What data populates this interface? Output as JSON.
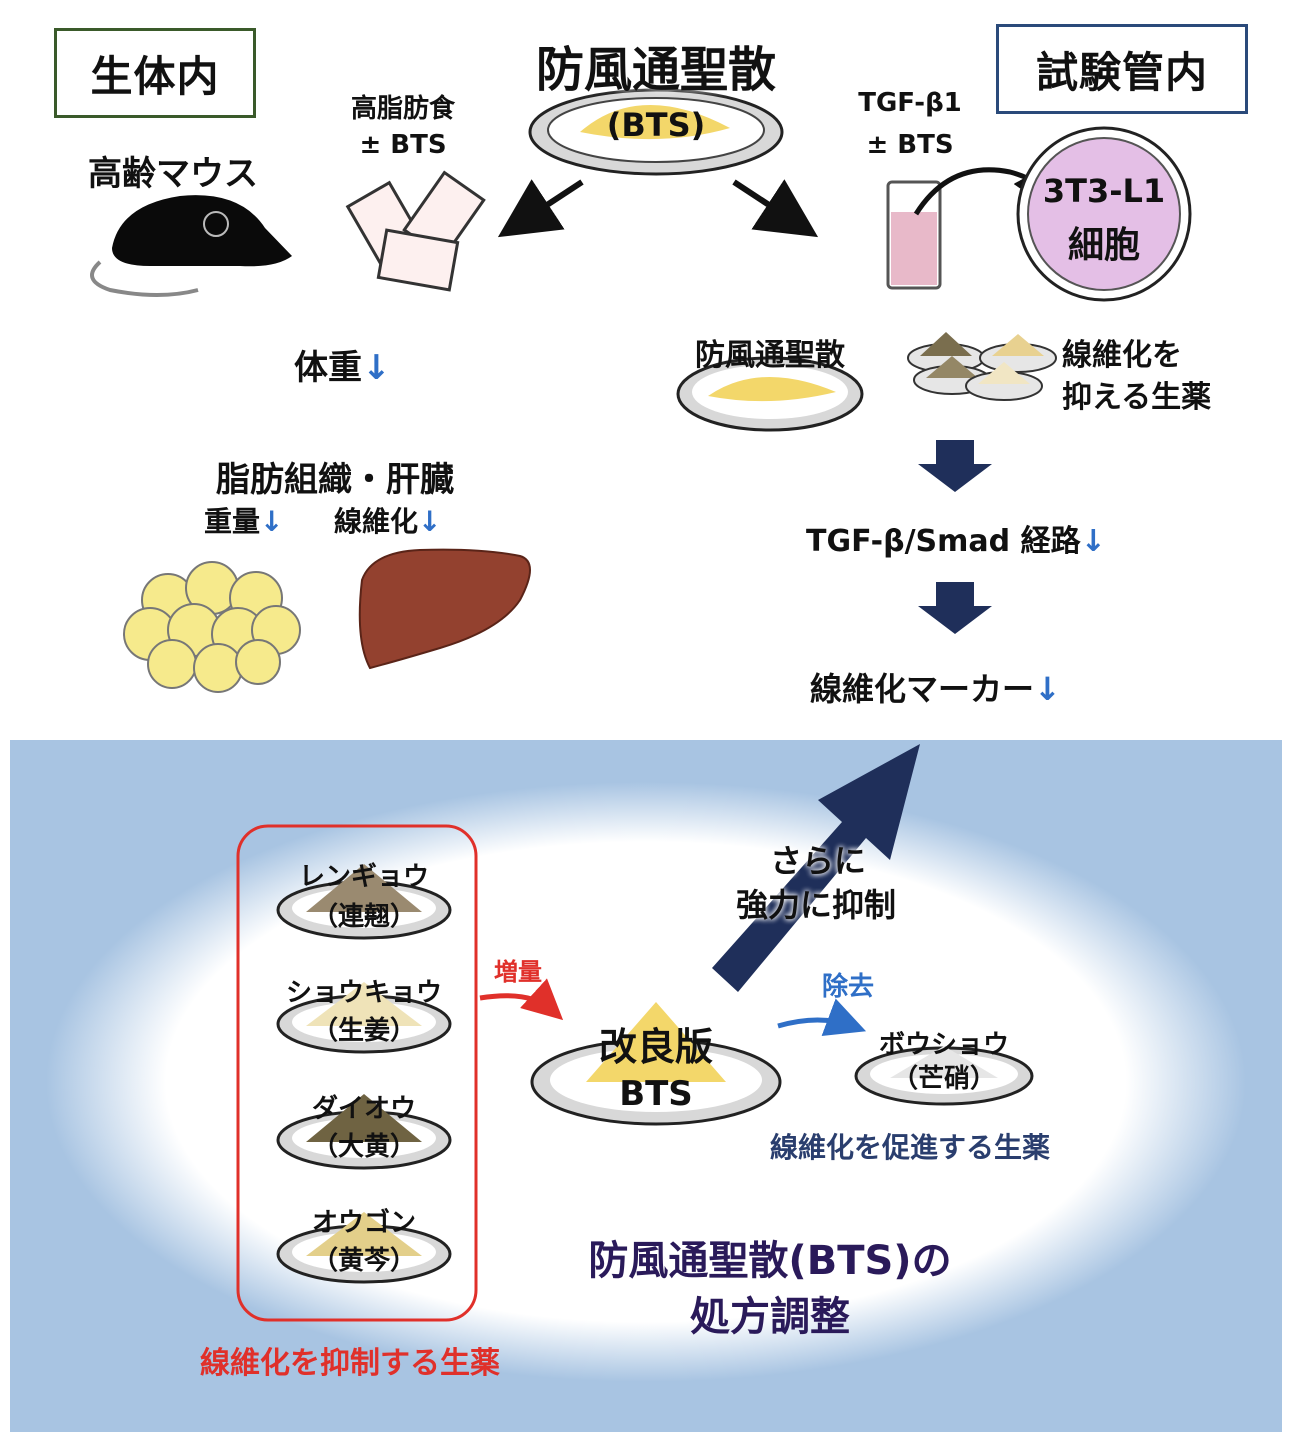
{
  "title": {
    "main": "防風通聖散",
    "sub": "(BTS)"
  },
  "in_vivo": {
    "label": "生体内",
    "animal": "高齢マウス",
    "diet_line1": "高脂肪食",
    "diet_line2": "± BTS",
    "result_weight": "体重",
    "tissues": "脂肪組織・肝臓",
    "tissue_weight": "重量",
    "tissue_fibrosis": "線維化"
  },
  "in_vitro": {
    "label": "試験管内",
    "treatment_line1": "TGF-β1",
    "treatment_line2": "± BTS",
    "cell_line1": "3T3-L1",
    "cell_line2": "細胞",
    "bts_plate_label": "防風通聖散",
    "herbs_line1": "線維化を",
    "herbs_line2": "抑える生薬",
    "pathway": "TGF-β/Smad 経路",
    "marker": "線維化マーカー"
  },
  "down_arrow_symbol": "↓",
  "bottom": {
    "herbs": [
      {
        "name": "レンギョウ",
        "kanji": "（連翹）",
        "color": "#9a8a70"
      },
      {
        "name": "ショウキョウ",
        "kanji": "（生姜）",
        "color": "#efe3b8"
      },
      {
        "name": "ダイオウ",
        "kanji": "（大黄）",
        "color": "#6f6342"
      },
      {
        "name": "オウゴン",
        "kanji": "（黄芩）",
        "color": "#e3cf8a"
      }
    ],
    "suppress_caption": "線維化を抑制する生薬",
    "increase_label": "増量",
    "improved_line1": "改良版",
    "improved_line2": "BTS",
    "remove_label": "除去",
    "removed_herb_name": "ボウショウ",
    "removed_herb_kanji": "（芒硝）",
    "promote_caption": "線維化を促進する生薬",
    "stronger_line1": "さらに",
    "stronger_line2": "強力に抑制",
    "title_line1": "防風通聖散(BTS)の",
    "title_line2": "処方調整"
  },
  "colors": {
    "in_vivo_border": "#3a5a2a",
    "in_vitro_border": "#2a4a7a",
    "navy_arrow": "#1f2f5a",
    "blue_bg": "#a8c4e2",
    "red": "#e0302a",
    "blue": "#2f6fc7",
    "title_purple": "#2a1a5a",
    "powder_yellow": "#f3d76a"
  }
}
